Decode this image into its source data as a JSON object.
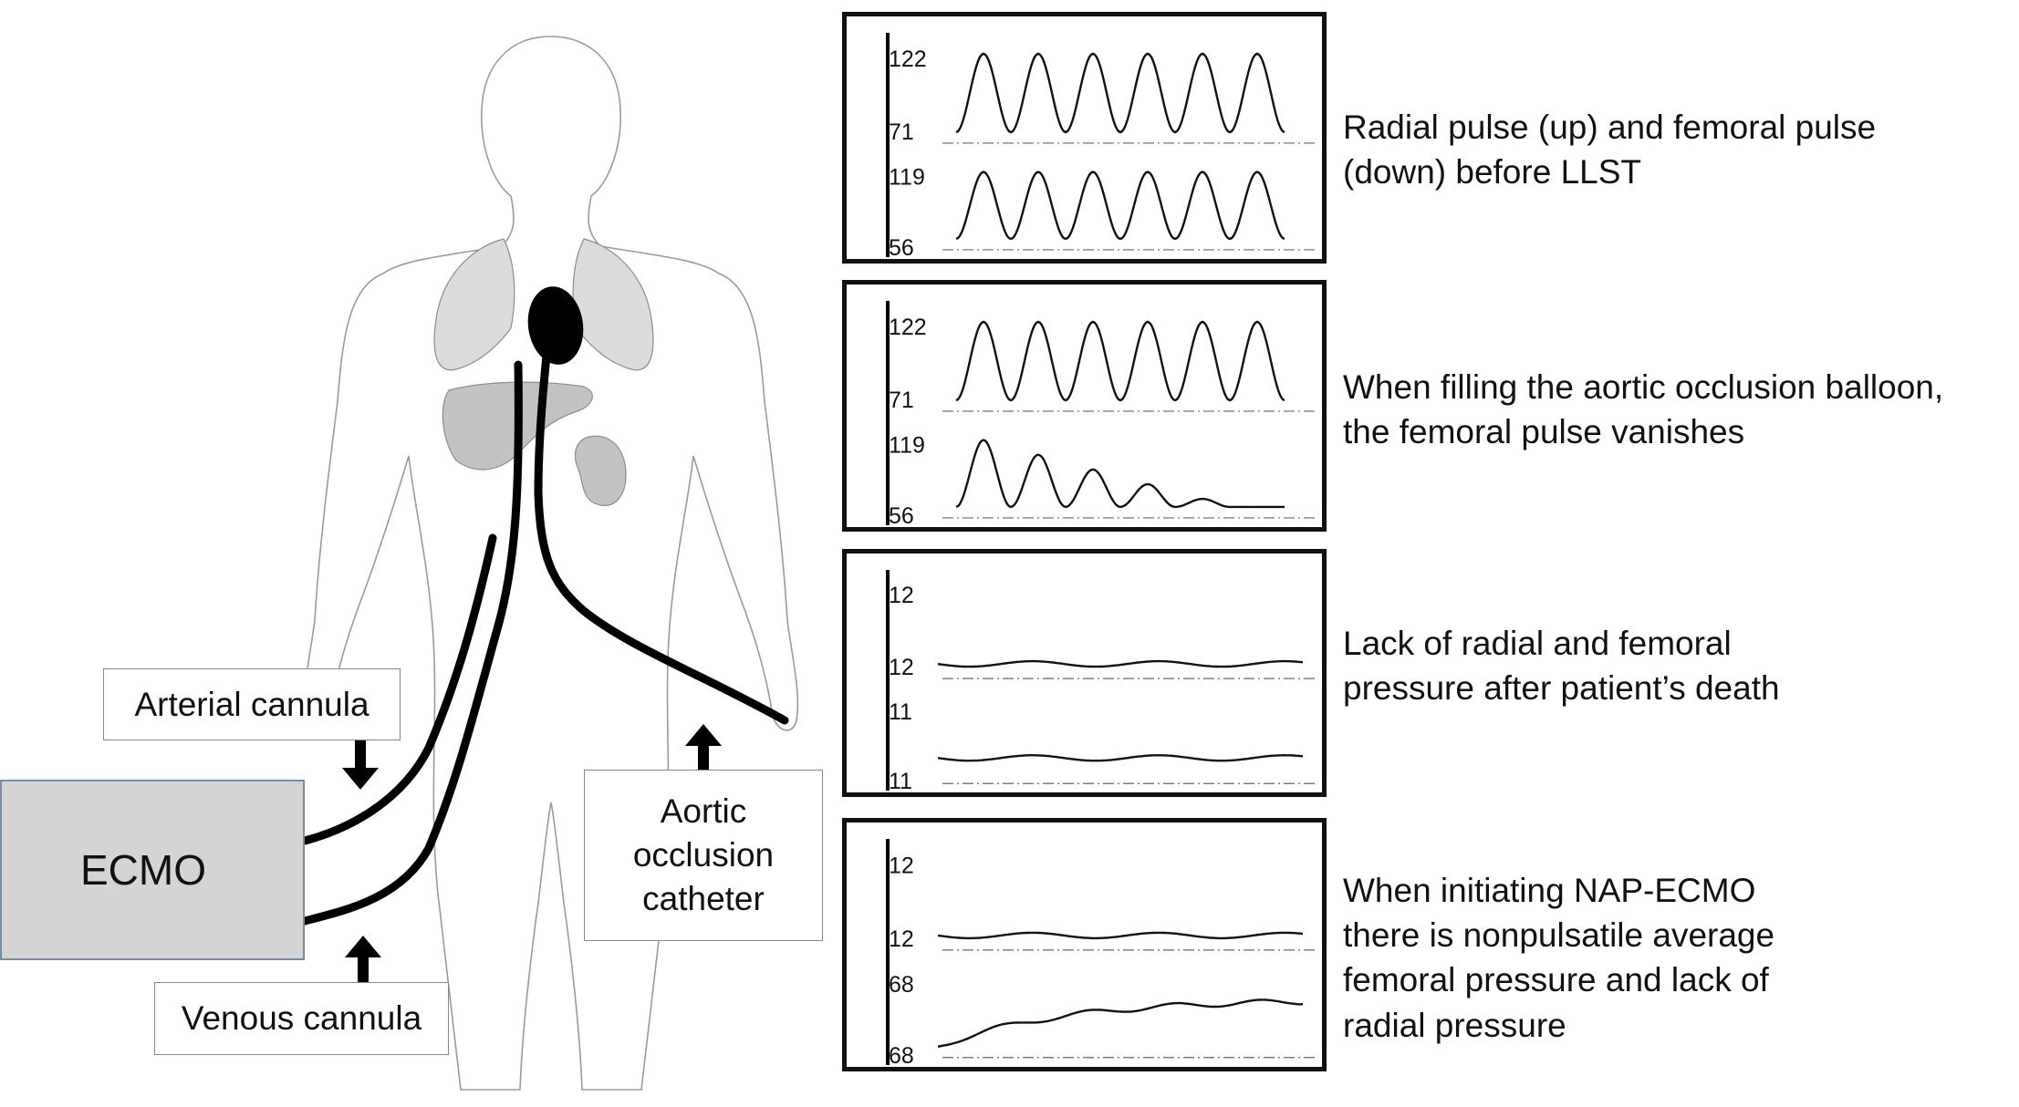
{
  "labels": {
    "arterial_cannula": "Arterial cannula",
    "venous_cannula": "Venous cannula",
    "ecmo": "ECMO",
    "aortic_catheter": [
      "Aortic",
      "occlusion",
      "catheter"
    ]
  },
  "panels": [
    {
      "ticks": [
        "122",
        "71",
        "119",
        "56"
      ],
      "description": [
        "Radial pulse (up) and femoral pulse",
        "(down) before LLST"
      ],
      "upper_trace": "pulsatile",
      "lower_trace": "pulsatile"
    },
    {
      "ticks": [
        "122",
        "71",
        "119",
        "56"
      ],
      "description": [
        "When filling the aortic occlusion balloon,",
        "the femoral pulse vanishes"
      ],
      "upper_trace": "pulsatile",
      "lower_trace": "decaying"
    },
    {
      "ticks": [
        "12",
        "12",
        "11",
        "11"
      ],
      "description": [
        "Lack of radial and femoral",
        "pressure after patient’s death"
      ],
      "upper_trace": "flat",
      "lower_trace": "flat"
    },
    {
      "ticks": [
        "12",
        "12",
        "68",
        "68"
      ],
      "description": [
        "When initiating NAP-ECMO",
        "there is nonpulsatile average",
        "femoral pressure and lack of",
        "radial pressure"
      ],
      "upper_trace": "flat",
      "lower_trace": "rising"
    }
  ],
  "colors": {
    "ecmo_fill": "#d4d4d4",
    "lung_fill": "#dcdcdc",
    "organ_fill": "#bdbdbd",
    "heart_fill": "#000000"
  }
}
